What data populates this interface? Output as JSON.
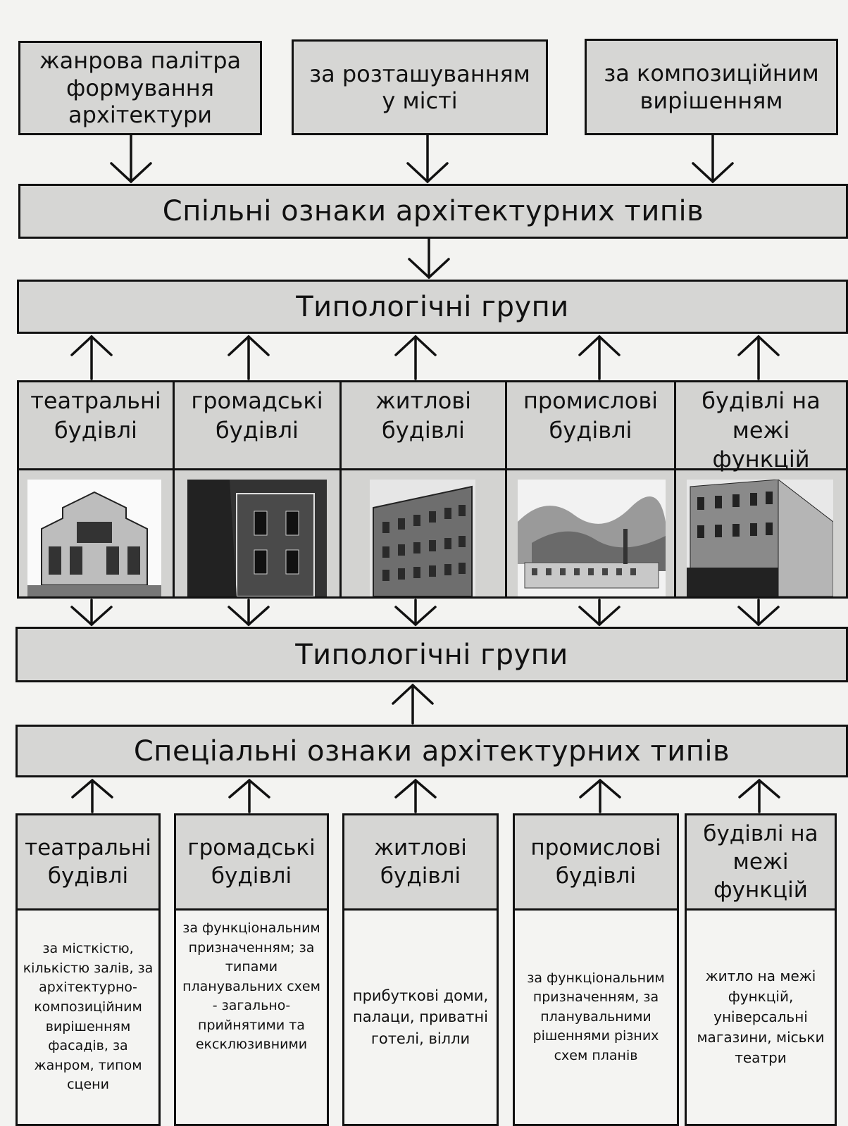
{
  "criteria": [
    "жанрова палітра формування архітектури",
    "за розташуванням у місті",
    "за композиційним вирішенням"
  ],
  "common_features": "Спільні ознаки архітектурних типів",
  "typological_groups": "Типологічні групи",
  "special_features": "Спеціальні ознаки архітектурних типів",
  "building_types": [
    {
      "label": "театральні будівлі",
      "photo_icon": "theatre-building-photo"
    },
    {
      "label": "громадські будівлі",
      "photo_icon": "public-building-photo"
    },
    {
      "label": "житлові будівлі",
      "photo_icon": "residential-building-photo"
    },
    {
      "label": "промислові будівлі",
      "photo_icon": "industrial-building-photo"
    },
    {
      "label": "будівлі на межі функцій",
      "photo_icon": "mixed-use-building-photo"
    }
  ],
  "special_details": [
    {
      "label": "театральні будівлі",
      "description": "за місткістю, кількістю залів, за архітектурно-композиційним вирішенням фасадів, за жанром, типом сцени"
    },
    {
      "label": "громадські будівлі",
      "description": "за функціональним призначенням; за типами планувальних схем - загально-прийнятими та ексклюзивними"
    },
    {
      "label": "житлові будівлі",
      "description": "прибуткові доми, палаци, приватні готелі, вілли"
    },
    {
      "label": "промислові будівлі",
      "description": "за функціональним призначенням, за планувальними рішеннями різних схем планів"
    },
    {
      "label": "будівлі на межі функцій",
      "description": "житло на межі функцій, універсальні магазини, міськи театри"
    }
  ],
  "colors": {
    "box_fill": "#d6d6d4",
    "border": "#111111",
    "background": "#f3f3f1"
  }
}
